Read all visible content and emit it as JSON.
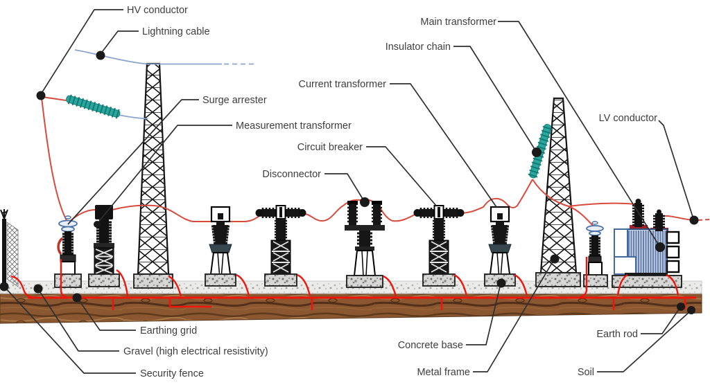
{
  "diagram": {
    "type": "annotated technical illustration",
    "subject": "air-insulated electrical substation cross-section"
  },
  "labels": {
    "hv_conductor": "HV conductor",
    "lightning_cable": "Lightning cable",
    "surge_arrester": "Surge arrester",
    "measurement_transformer": "Measurement transformer",
    "current_transformer": "Current transformer",
    "circuit_breaker": "Circuit breaker",
    "disconnector": "Disconnector",
    "insulator_chain": "Insulator chain",
    "main_transformer": "Main transformer",
    "lv_conductor": "LV conductor",
    "earthing_grid": "Earthing grid",
    "gravel": "Gravel (high electrical resistivity)",
    "security_fence": "Security fence",
    "concrete_base": "Concrete base",
    "metal_frame": "Metal frame",
    "soil": "Soil",
    "earth_rod": "Earth rod"
  },
  "colors": {
    "conductor_red": "#d84a3c",
    "earthing_red": "#ee150c",
    "lightning_blue": "#8aa5cd",
    "insulator_teal": "#2aa79e",
    "soil_brown": "#8a5731",
    "gravel_gray": "#ebecea",
    "concrete_gray": "#d7d8d6",
    "equipment_black": "#161616",
    "transformer_blue": "#cdd6e6",
    "label_text": "#3e3e3e"
  }
}
